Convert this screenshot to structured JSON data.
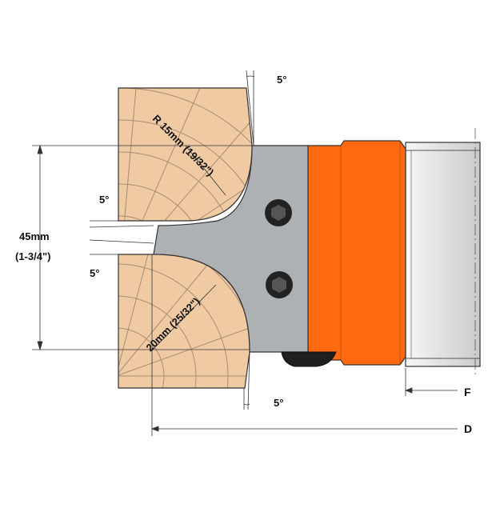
{
  "labels": {
    "angle_top": "5°",
    "angle_left_upper": "5°",
    "angle_left_lower": "5°",
    "angle_bottom": "5°",
    "height_mm": "45mm",
    "height_in": "(1-3/4\")",
    "radius_top": "R 15mm (19/32\")",
    "radius_bottom": "20mm (25/32\")",
    "dim_f": "F",
    "dim_d": "D"
  },
  "colors": {
    "wood": "#f0caa3",
    "wood_grain": "#a98d73",
    "steel": "#aeb1b4",
    "orange": "#ff6a10",
    "shank": "#e6e7e8",
    "screw": "#222222",
    "line": "#333333"
  }
}
